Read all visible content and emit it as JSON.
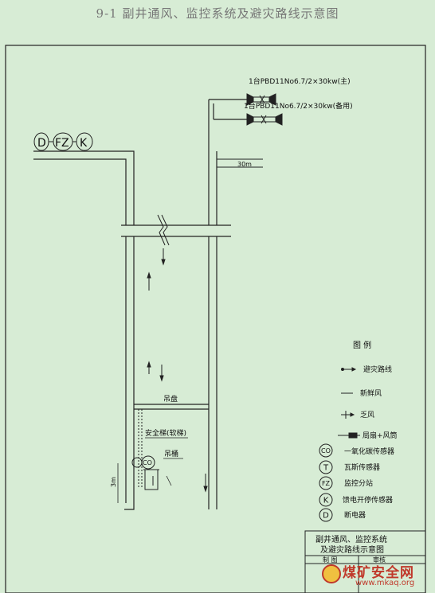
{
  "title": "9-1 副井通风、监控系统及避灾路线示意图",
  "fan_main": "1台PBD11No6.7/2×30kw(主)",
  "fan_backup": "1台PBD11No6.7/2×30kw(备用)",
  "dim_30m": "30m",
  "dim_3m": "3m",
  "sensor_group": {
    "d": "D",
    "fz": "FZ",
    "k": "K"
  },
  "labels": {
    "cage": "吊盘",
    "ladder": "安全梯(软梯)",
    "bucket": "吊桶",
    "co": "CO"
  },
  "legend": {
    "title": "图 例",
    "items": [
      {
        "symbol": "escape",
        "text": "避灾路线"
      },
      {
        "symbol": "fresh",
        "text": "新鲜风"
      },
      {
        "symbol": "return",
        "text": "乏风"
      },
      {
        "symbol": "fan",
        "text": "局扇+风筒"
      },
      {
        "symbol": "CO",
        "text": "一氧化碳传感器"
      },
      {
        "symbol": "T",
        "text": "瓦斯传感器"
      },
      {
        "symbol": "FZ",
        "text": "监控分站"
      },
      {
        "symbol": "K",
        "text": "馈电开停传感器"
      },
      {
        "symbol": "D",
        "text": "断电器"
      }
    ]
  },
  "titleblock": {
    "name_line1": "副井通风、监控系统",
    "name_line2": "及避灾路线示意图",
    "row1_left": "制 图",
    "row1_right": "审核"
  },
  "watermark": {
    "main": "煤矿安全网",
    "url": "www.mkaq.org"
  }
}
